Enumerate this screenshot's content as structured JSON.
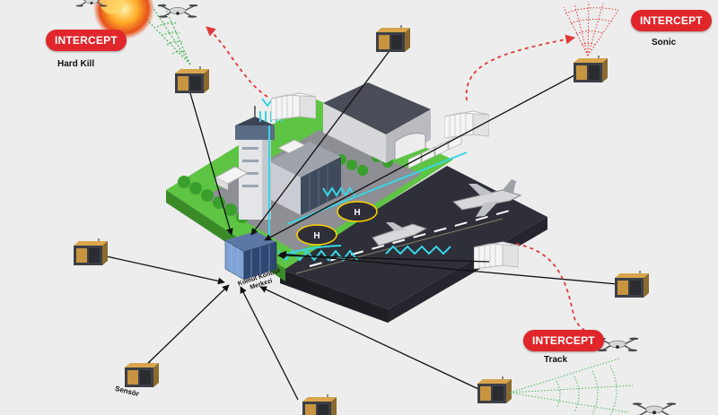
{
  "intercept_badges": [
    {
      "id": "hard-kill",
      "label": "INTERCEPT",
      "mode": "Hard Kill"
    },
    {
      "id": "sonic",
      "label": "INTERCEPT",
      "mode": "Sonic"
    },
    {
      "id": "track",
      "label": "INTERCEPT",
      "mode": "Track"
    }
  ],
  "center": {
    "line1": "Komut Kontrol",
    "line2": "Merkezi"
  },
  "sensor_label": "Sensör",
  "colors": {
    "intercept_red": "#e0262b",
    "grass_green": "#5ec443",
    "runway_dark": "#2e2f38",
    "signal_cyan": "#37d6e6",
    "sensor_gold": "#d7a24a"
  },
  "icons": [
    "sensor-box-icon",
    "drone-icon",
    "explosion-icon",
    "airplane-icon",
    "command-center-icon",
    "signal-wave-icon"
  ]
}
